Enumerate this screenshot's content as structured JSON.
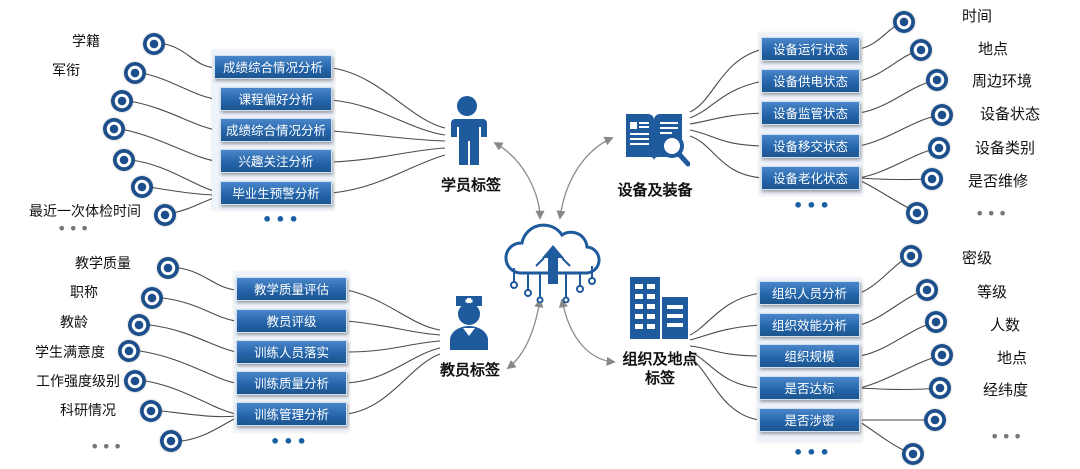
{
  "student": {
    "title": "学员标签",
    "attributes": [
      "学籍",
      "军衔",
      "最近一次体检时间"
    ],
    "analyses": [
      "成绩综合情况分析",
      "课程偏好分析",
      "成绩综合情况分析",
      "兴趣关注分析",
      "毕业生预警分析"
    ],
    "more": "•••"
  },
  "teacher": {
    "title": "教员标签",
    "attributes": [
      "教学质量",
      "职称",
      "教龄",
      "学生满意度",
      "工作强度级别",
      "科研情况"
    ],
    "analyses": [
      "教学质量评估",
      "教员评级",
      "训练人员落实",
      "训练质量分析",
      "训练管理分析"
    ],
    "more": "•••"
  },
  "equipment": {
    "title": "设备及装备",
    "attributes": [
      "时间",
      "地点",
      "周边环境",
      "设备状态",
      "设备类别",
      "是否维修"
    ],
    "analyses": [
      "设备运行状态",
      "设备供电状态",
      "设备监管状态",
      "设备移交状态",
      "设备老化状态"
    ],
    "more": "•••"
  },
  "organization": {
    "title_line1": "组织及地点",
    "title_line2": "标签",
    "attributes": [
      "密级",
      "等级",
      "人数",
      "地点",
      "经纬度"
    ],
    "analyses": [
      "组织人员分析",
      "组织效能分析",
      "组织规模",
      "是否达标",
      "是否涉密"
    ],
    "more": "•••"
  },
  "colors": {
    "primary": "#1e5a9c",
    "node": "#1b4e8a",
    "connector": "#555555"
  }
}
